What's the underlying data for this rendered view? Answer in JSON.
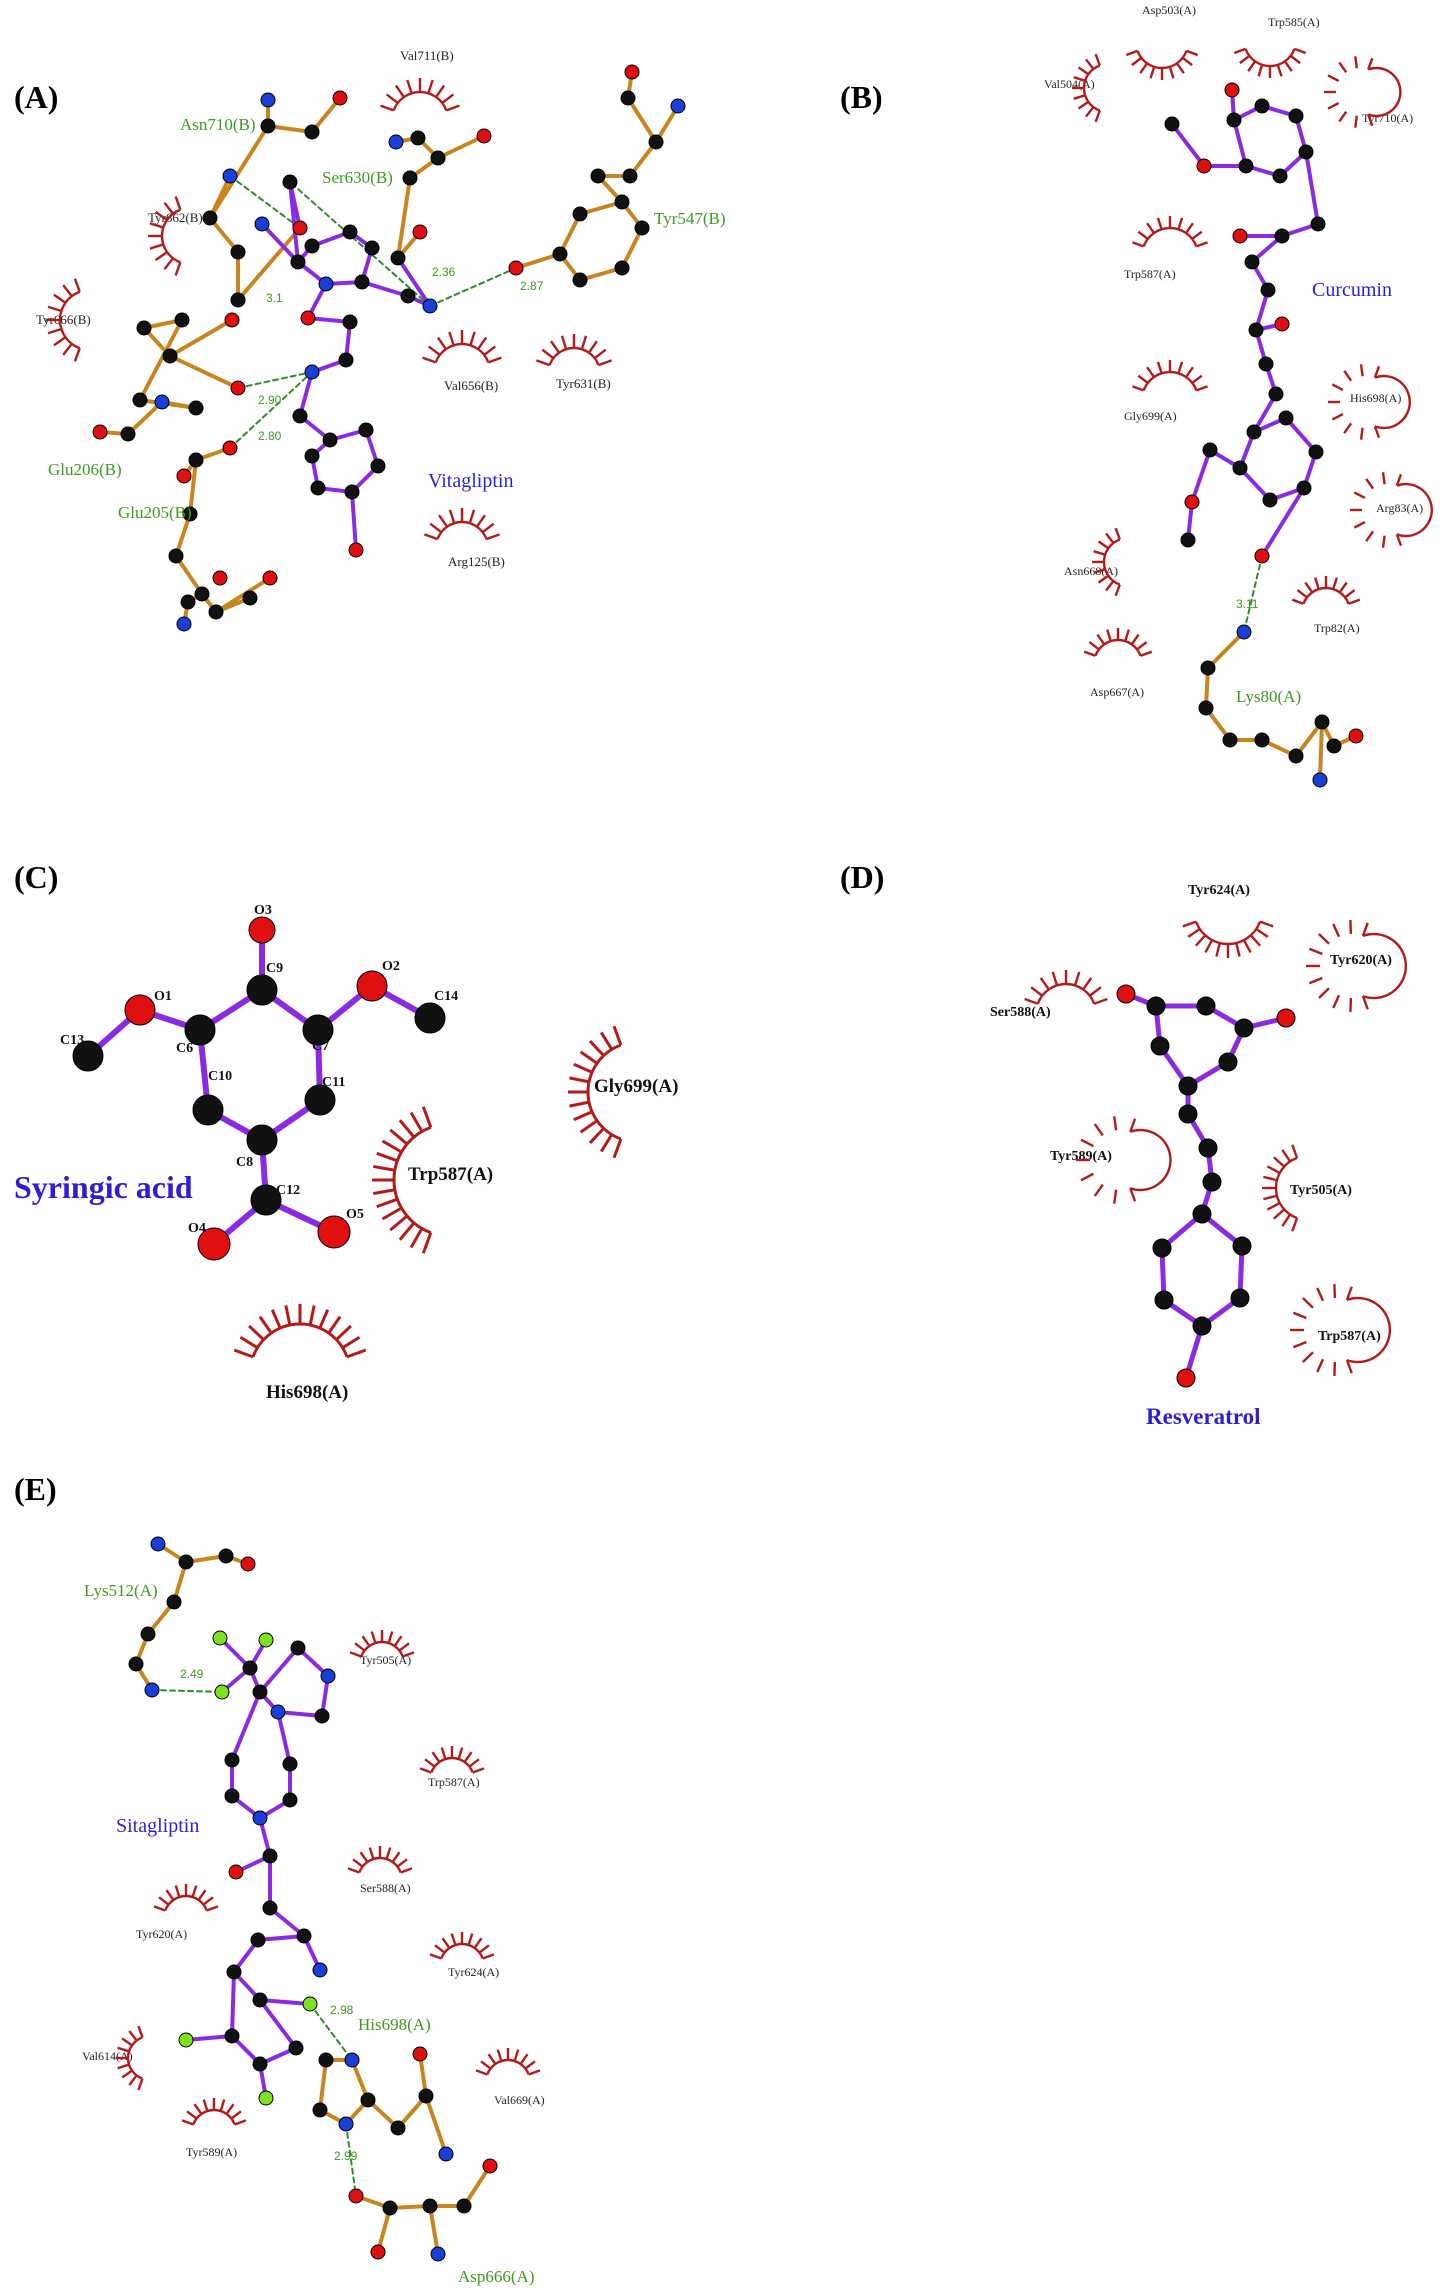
{
  "colors": {
    "ligand_bond": "#8a2be2",
    "residue_bond": "#c8851e",
    "carbon": "#111111",
    "oxygen": "#e01010",
    "nitrogen": "#1a3fd6",
    "fluorine": "#7de020",
    "hydrophobic_arc": "#b31b1b",
    "hbond": "#2e8b2e",
    "ligand_label": "#2a1fd6",
    "hbond_residue_label": "#3d9a20"
  },
  "panels": [
    {
      "letter": "(A)",
      "ligand": "Vitagliptin",
      "hbond_residues": [
        "Asn710(B)",
        "Ser630(B)",
        "Tyr547(B)",
        "Glu206(B)",
        "Glu205(B)"
      ],
      "hydrophobic_residues": [
        "Val711(B)",
        "Tyr662(B)",
        "Tyr666(B)",
        "Val656(B)",
        "Tyr631(B)",
        "Arg125(B)"
      ],
      "distances": [
        "3.1",
        "2.90",
        "2.80",
        "2.36",
        "2.87"
      ]
    },
    {
      "letter": "(B)",
      "ligand": "Curcumin",
      "hbond_residues": [
        "Lys80(A)"
      ],
      "hydrophobic_residues": [
        "Asp503(A)",
        "Trp585(A)",
        "Val504(A)",
        "Tyr710(A)",
        "Trp587(A)",
        "Gly699(A)",
        "His698(A)",
        "Arg83(A)",
        "Asn668(A)",
        "Trp82(A)",
        "Asp667(A)"
      ],
      "distances": [
        "3.11"
      ]
    },
    {
      "letter": "(C)",
      "ligand": "Syringic acid",
      "atoms": [
        "O3",
        "C9",
        "O1",
        "O2",
        "C14",
        "C13",
        "C6",
        "C7",
        "C10",
        "C11",
        "C8",
        "C12",
        "O5",
        "O4"
      ],
      "hydrophobic_residues": [
        "Gly699(A)",
        "Trp587(A)",
        "His698(A)"
      ]
    },
    {
      "letter": "(D)",
      "ligand": "Resveratrol",
      "hydrophobic_residues": [
        "Tyr624(A)",
        "Tyr620(A)",
        "Ser588(A)",
        "Tyr589(A)",
        "Tyr505(A)",
        "Trp587(A)"
      ]
    },
    {
      "letter": "(E)",
      "ligand": "Sitagliptin",
      "hbond_residues": [
        "Lys512(A)",
        "His698(A)",
        "Asp666(A)"
      ],
      "hydrophobic_residues": [
        "Tyr505(A)",
        "Trp587(A)",
        "Ser588(A)",
        "Tyr620(A)",
        "Tyr624(A)",
        "Val614(A)",
        "Val669(A)",
        "Tyr589(A)"
      ],
      "distances": [
        "2.49",
        "2.98",
        "2.99"
      ]
    }
  ]
}
